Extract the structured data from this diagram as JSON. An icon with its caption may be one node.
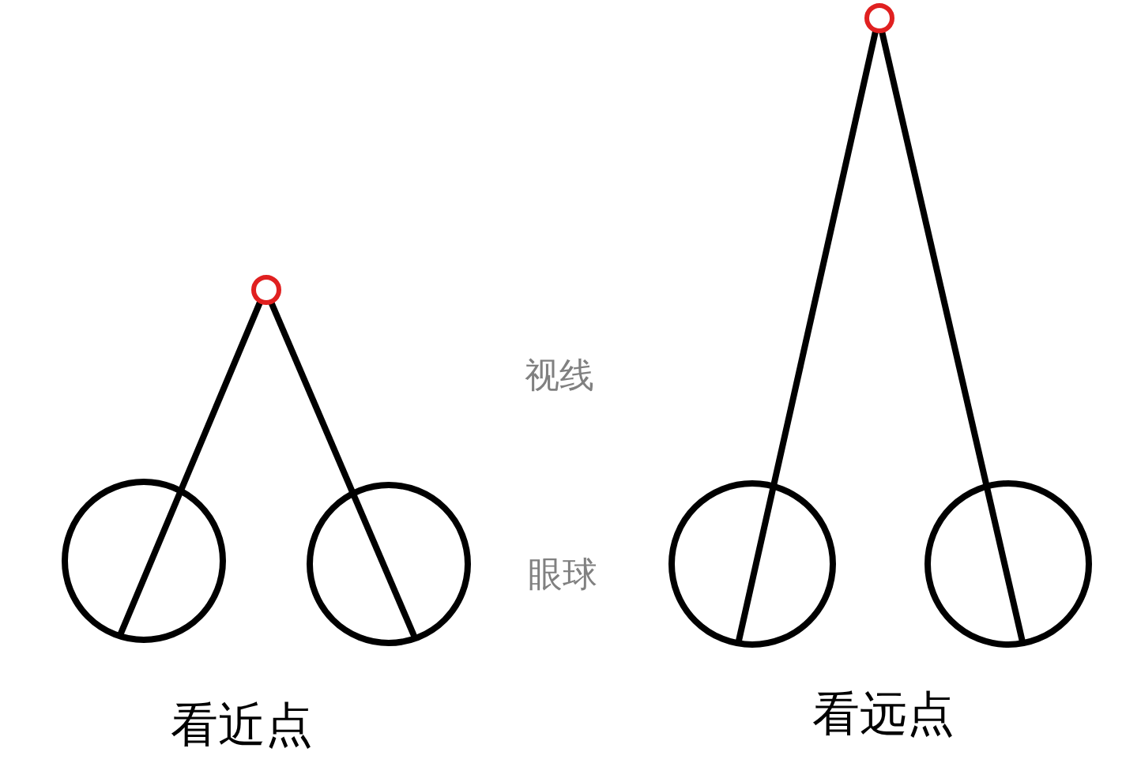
{
  "diagram": {
    "nodes": [
      {
        "text": [],
        "shape": "circle"
      },
      {
        "text": [],
        "shape": "circle"
      },
      {
        "text": [],
        "shape": "circle"
      },
      {
        "text": [],
        "shape": "circle"
      },
      {
        "text": [],
        "shape": "circle"
      },
      {
        "text": [],
        "shape": "circle"
      }
    ],
    "edges": [
      {
        "from": 1,
        "to": 0,
        "arrow": "none"
      },
      {
        "from": 2,
        "to": 0,
        "arrow": "none"
      },
      {
        "from": 4,
        "to": 3,
        "arrow": "none"
      },
      {
        "from": 5,
        "to": 3,
        "arrow": "none"
      }
    ],
    "labels": [
      "视线",
      "眼球",
      "看近点",
      "看远点"
    ]
  }
}
